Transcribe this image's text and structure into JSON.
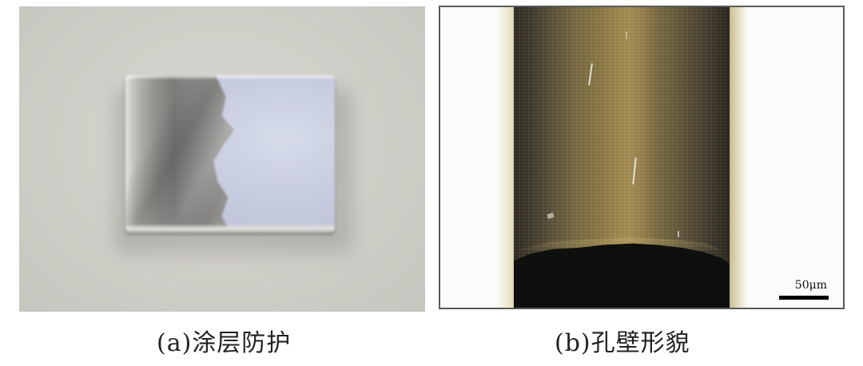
{
  "panels": [
    {
      "id": "a",
      "caption": "(a)涂层防护"
    },
    {
      "id": "b",
      "caption": "(b)孔壁形貌",
      "scale_bar_label": "50μm"
    }
  ],
  "colors": {
    "background": "#ffffff",
    "panel_b_border": "#5a5a5a",
    "caption_text": "#222222",
    "scale_bar": "#000000"
  }
}
